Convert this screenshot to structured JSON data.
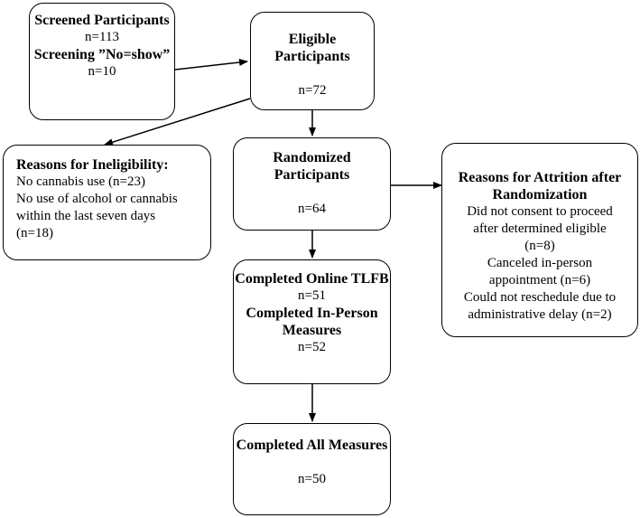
{
  "screened": {
    "title": "Screened Participants",
    "n": "n=113",
    "noshow_title": "Screening ”No=show”",
    "noshow_n": "n=10"
  },
  "eligible": {
    "title": "Eligible Participants",
    "n": "n=72"
  },
  "ineligibility": {
    "title": "Reasons for Ineligibility:",
    "line1": "No cannabis use (n=23)",
    "line2": "No use of alcohol or cannabis",
    "line3": "within the last seven days",
    "line4": "(n=18)"
  },
  "randomized": {
    "title": "Randomized Participants",
    "n": "n=64"
  },
  "attrition": {
    "title": "Reasons for Attrition after Randomization",
    "line1": "Did not consent to proceed",
    "line2": "after determined eligible",
    "line3": "(n=8)",
    "line4": "Canceled in-person",
    "line5": "appointment (n=6)",
    "line6": "Could not reschedule due to",
    "line7": "administrative delay (n=2)"
  },
  "completed_online": {
    "title": "Completed Online TLFB",
    "n": "n=51",
    "inperson_title": "Completed In-Person Measures",
    "inperson_n": "n=52"
  },
  "completed_all": {
    "title": "Completed All Measures",
    "n": "n=50"
  }
}
